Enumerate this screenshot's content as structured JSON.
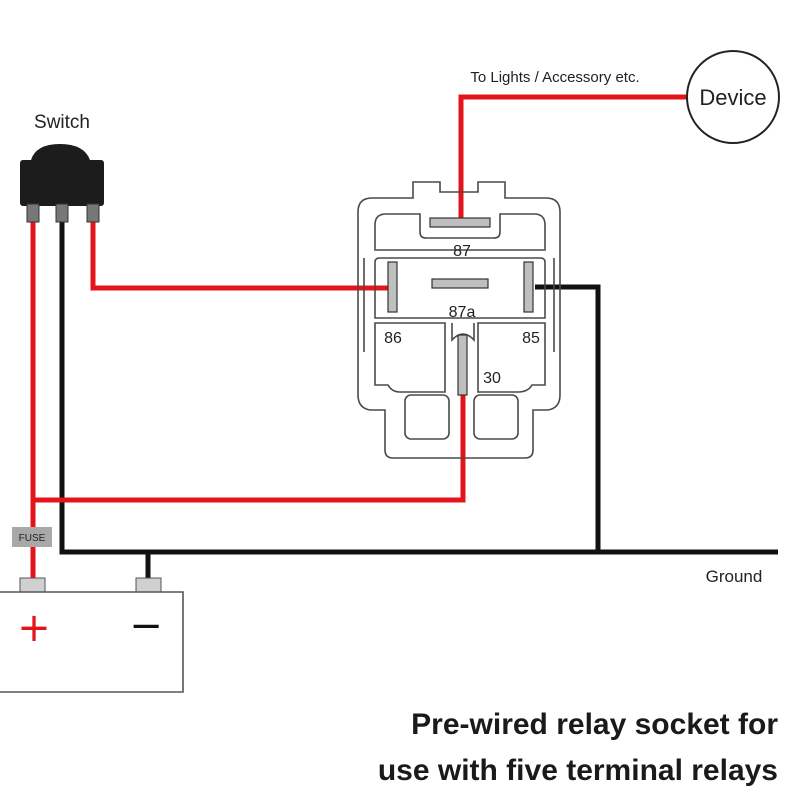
{
  "labels": {
    "switch": "Switch",
    "device": "Device",
    "device_wire": "To Lights / Accessory etc.",
    "fuse": "FUSE",
    "ground": "Ground",
    "battery_plus": "+",
    "battery_minus": "−"
  },
  "relay_terminals": {
    "t87": "87",
    "t87a": "87a",
    "t86": "86",
    "t85": "85",
    "t30": "30"
  },
  "caption": {
    "line1": "Pre-wired relay socket for",
    "line2": "use with five terminal relays"
  },
  "colors": {
    "positive_wire": "#e3141b",
    "ground_wire": "#111111",
    "outline": "#4a4a4a"
  }
}
